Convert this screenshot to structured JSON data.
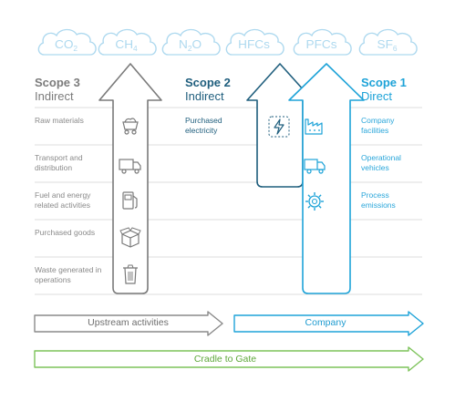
{
  "gases": [
    {
      "base": "CO",
      "sub": "2",
      "color": "#aed9ef"
    },
    {
      "base": "CH",
      "sub": "4",
      "color": "#aed9ef"
    },
    {
      "base": "N",
      "sub": "2",
      "tail": "O",
      "color": "#aed9ef"
    },
    {
      "base": "HFCs",
      "color": "#aed9ef"
    },
    {
      "base": "PFCs",
      "color": "#aed9ef"
    },
    {
      "base": "SF",
      "sub": "6",
      "color": "#aed9ef"
    }
  ],
  "scope3": {
    "title": "Scope 3",
    "subtitle": "Indirect",
    "color": "#7a7a7a",
    "items": [
      {
        "label": "Raw materials",
        "icon": "mine-cart-icon"
      },
      {
        "label": "Transport and distribution",
        "icon": "truck-icon"
      },
      {
        "label": "Fuel and energy related activities",
        "icon": "fuel-pump-icon"
      },
      {
        "label": "Purchased goods",
        "icon": "box-icon"
      },
      {
        "label": "Waste generated in operations",
        "icon": "trash-bin-icon"
      }
    ]
  },
  "scope2": {
    "title": "Scope 2",
    "subtitle": "Indirect",
    "color": "#1f5e7d",
    "items": [
      {
        "label": "Purchased electricity",
        "icon": "lightning-bolt-icon"
      }
    ]
  },
  "scope1": {
    "title": "Scope 1",
    "subtitle": "Direct",
    "color": "#1ea3d8",
    "items": [
      {
        "label": "Company facilities",
        "icon": "factory-icon"
      },
      {
        "label": "Operational vehicles",
        "icon": "truck-icon"
      },
      {
        "label": "Process emissions",
        "icon": "gear-process-icon"
      }
    ]
  },
  "bars": {
    "upstream": {
      "label": "Upstream activities",
      "color": "#8a8a8a"
    },
    "company": {
      "label": "Company",
      "color": "#1ea3d8"
    },
    "cradle": {
      "label": "Cradle to Gate",
      "color": "#7dc35a"
    }
  }
}
